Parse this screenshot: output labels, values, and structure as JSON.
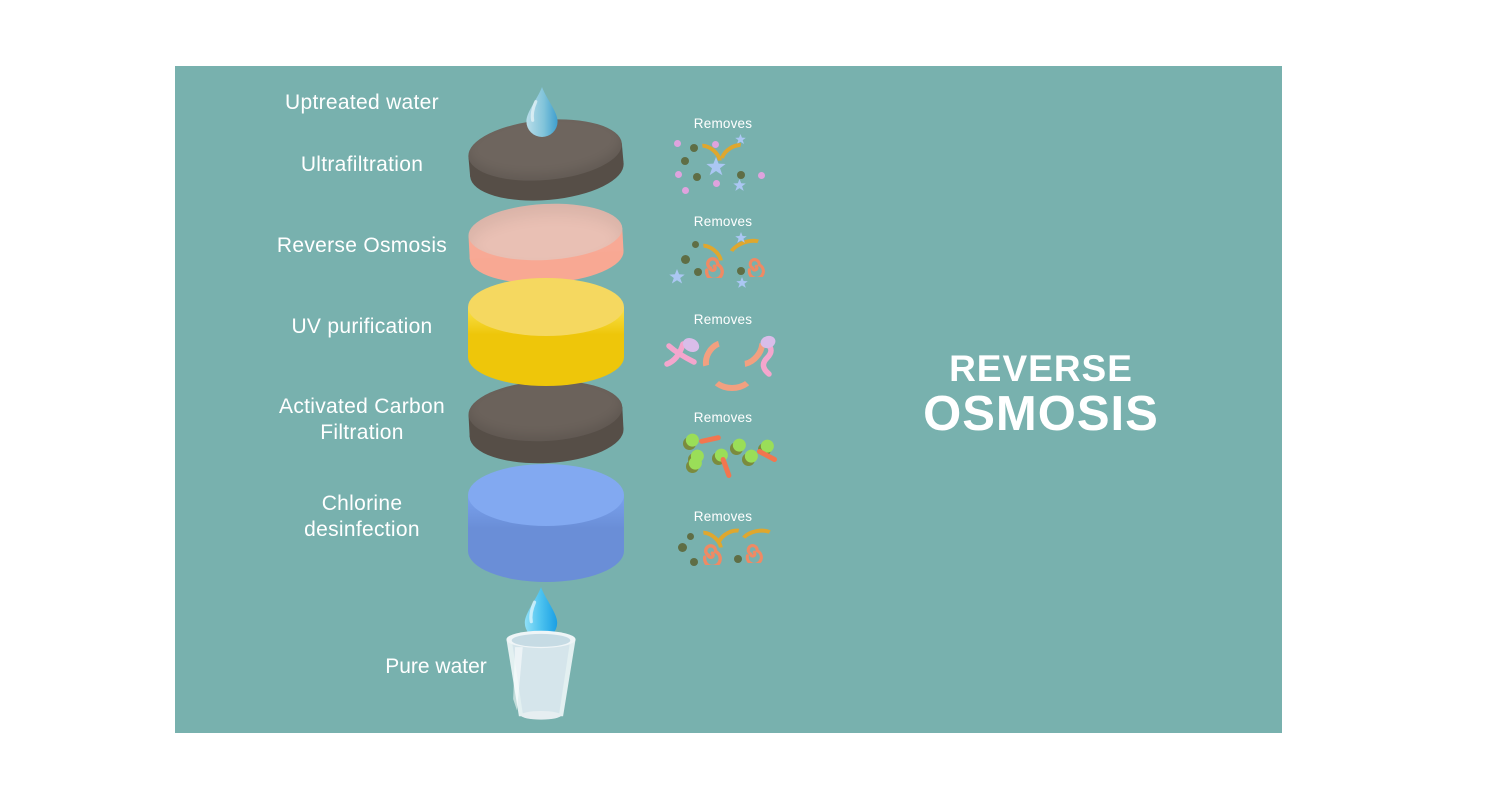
{
  "title": {
    "line1": "REVERSE",
    "line2": "OSMOSIS",
    "color": "#ffffff"
  },
  "stages": [
    {
      "label": "Uptreated water"
    },
    {
      "label": "Ultrafiltration"
    },
    {
      "label": "Reverse Osmosis"
    },
    {
      "label": "UV purification"
    },
    {
      "label_line1": "Activated Carbon",
      "label_line2": "Filtration"
    },
    {
      "label_line1": "Chlorine",
      "label_line2": "desinfection"
    },
    {
      "label": "Pure water"
    }
  ],
  "removes_sections": [
    {
      "label": "Removes",
      "particles": [
        "pink-dots",
        "olive-dots",
        "yellow-strands",
        "blue-virus-stars"
      ]
    },
    {
      "label": "Removes",
      "particles": [
        "olive-dots",
        "yellow-strands",
        "salmon-spirals",
        "blue-virus-stars"
      ]
    },
    {
      "label": "Removes",
      "particles": [
        "pink-flagellate-microbes",
        "salmon-bacteria"
      ]
    },
    {
      "label": "Removes",
      "particles": [
        "green-particles",
        "salmon-rods"
      ]
    },
    {
      "label": "Removes",
      "particles": [
        "olive-dots",
        "yellow-strands",
        "salmon-spirals"
      ]
    }
  ],
  "filters": [
    {
      "label": "Ultrafiltration",
      "disc_color": "#6e655e",
      "texture": "dotted-membrane"
    },
    {
      "label": "Reverse Osmosis",
      "disc_color": "#f8a995",
      "texture": "dotted-membrane"
    },
    {
      "label": "UV purification",
      "disc_color": "#eec60a",
      "texture": "solid"
    },
    {
      "label": "Activated Carbon Filtration",
      "disc_color": "#6b625b",
      "texture": "dotted-membrane"
    },
    {
      "label": "Chlorine desinfection",
      "disc_color": "#6a8ed7",
      "texture": "solid"
    }
  ],
  "colors": {
    "background": "#ffffff",
    "panel": "#78b1ae",
    "text": "#ffffff",
    "water_drop": "#3fa8dc",
    "particle_pink": "#dfa3de",
    "particle_olive": "#5f6e45",
    "particle_yellow_strand": "#dfa72e",
    "particle_star_blue": "#abc7f3",
    "particle_spiral_salmon": "#ef8a64",
    "particle_green": "#9ade58",
    "particle_rod_salmon": "#f2764f",
    "microbe_pink": "#f4a6cd",
    "microbe_head_lavender": "#d9bde9"
  }
}
